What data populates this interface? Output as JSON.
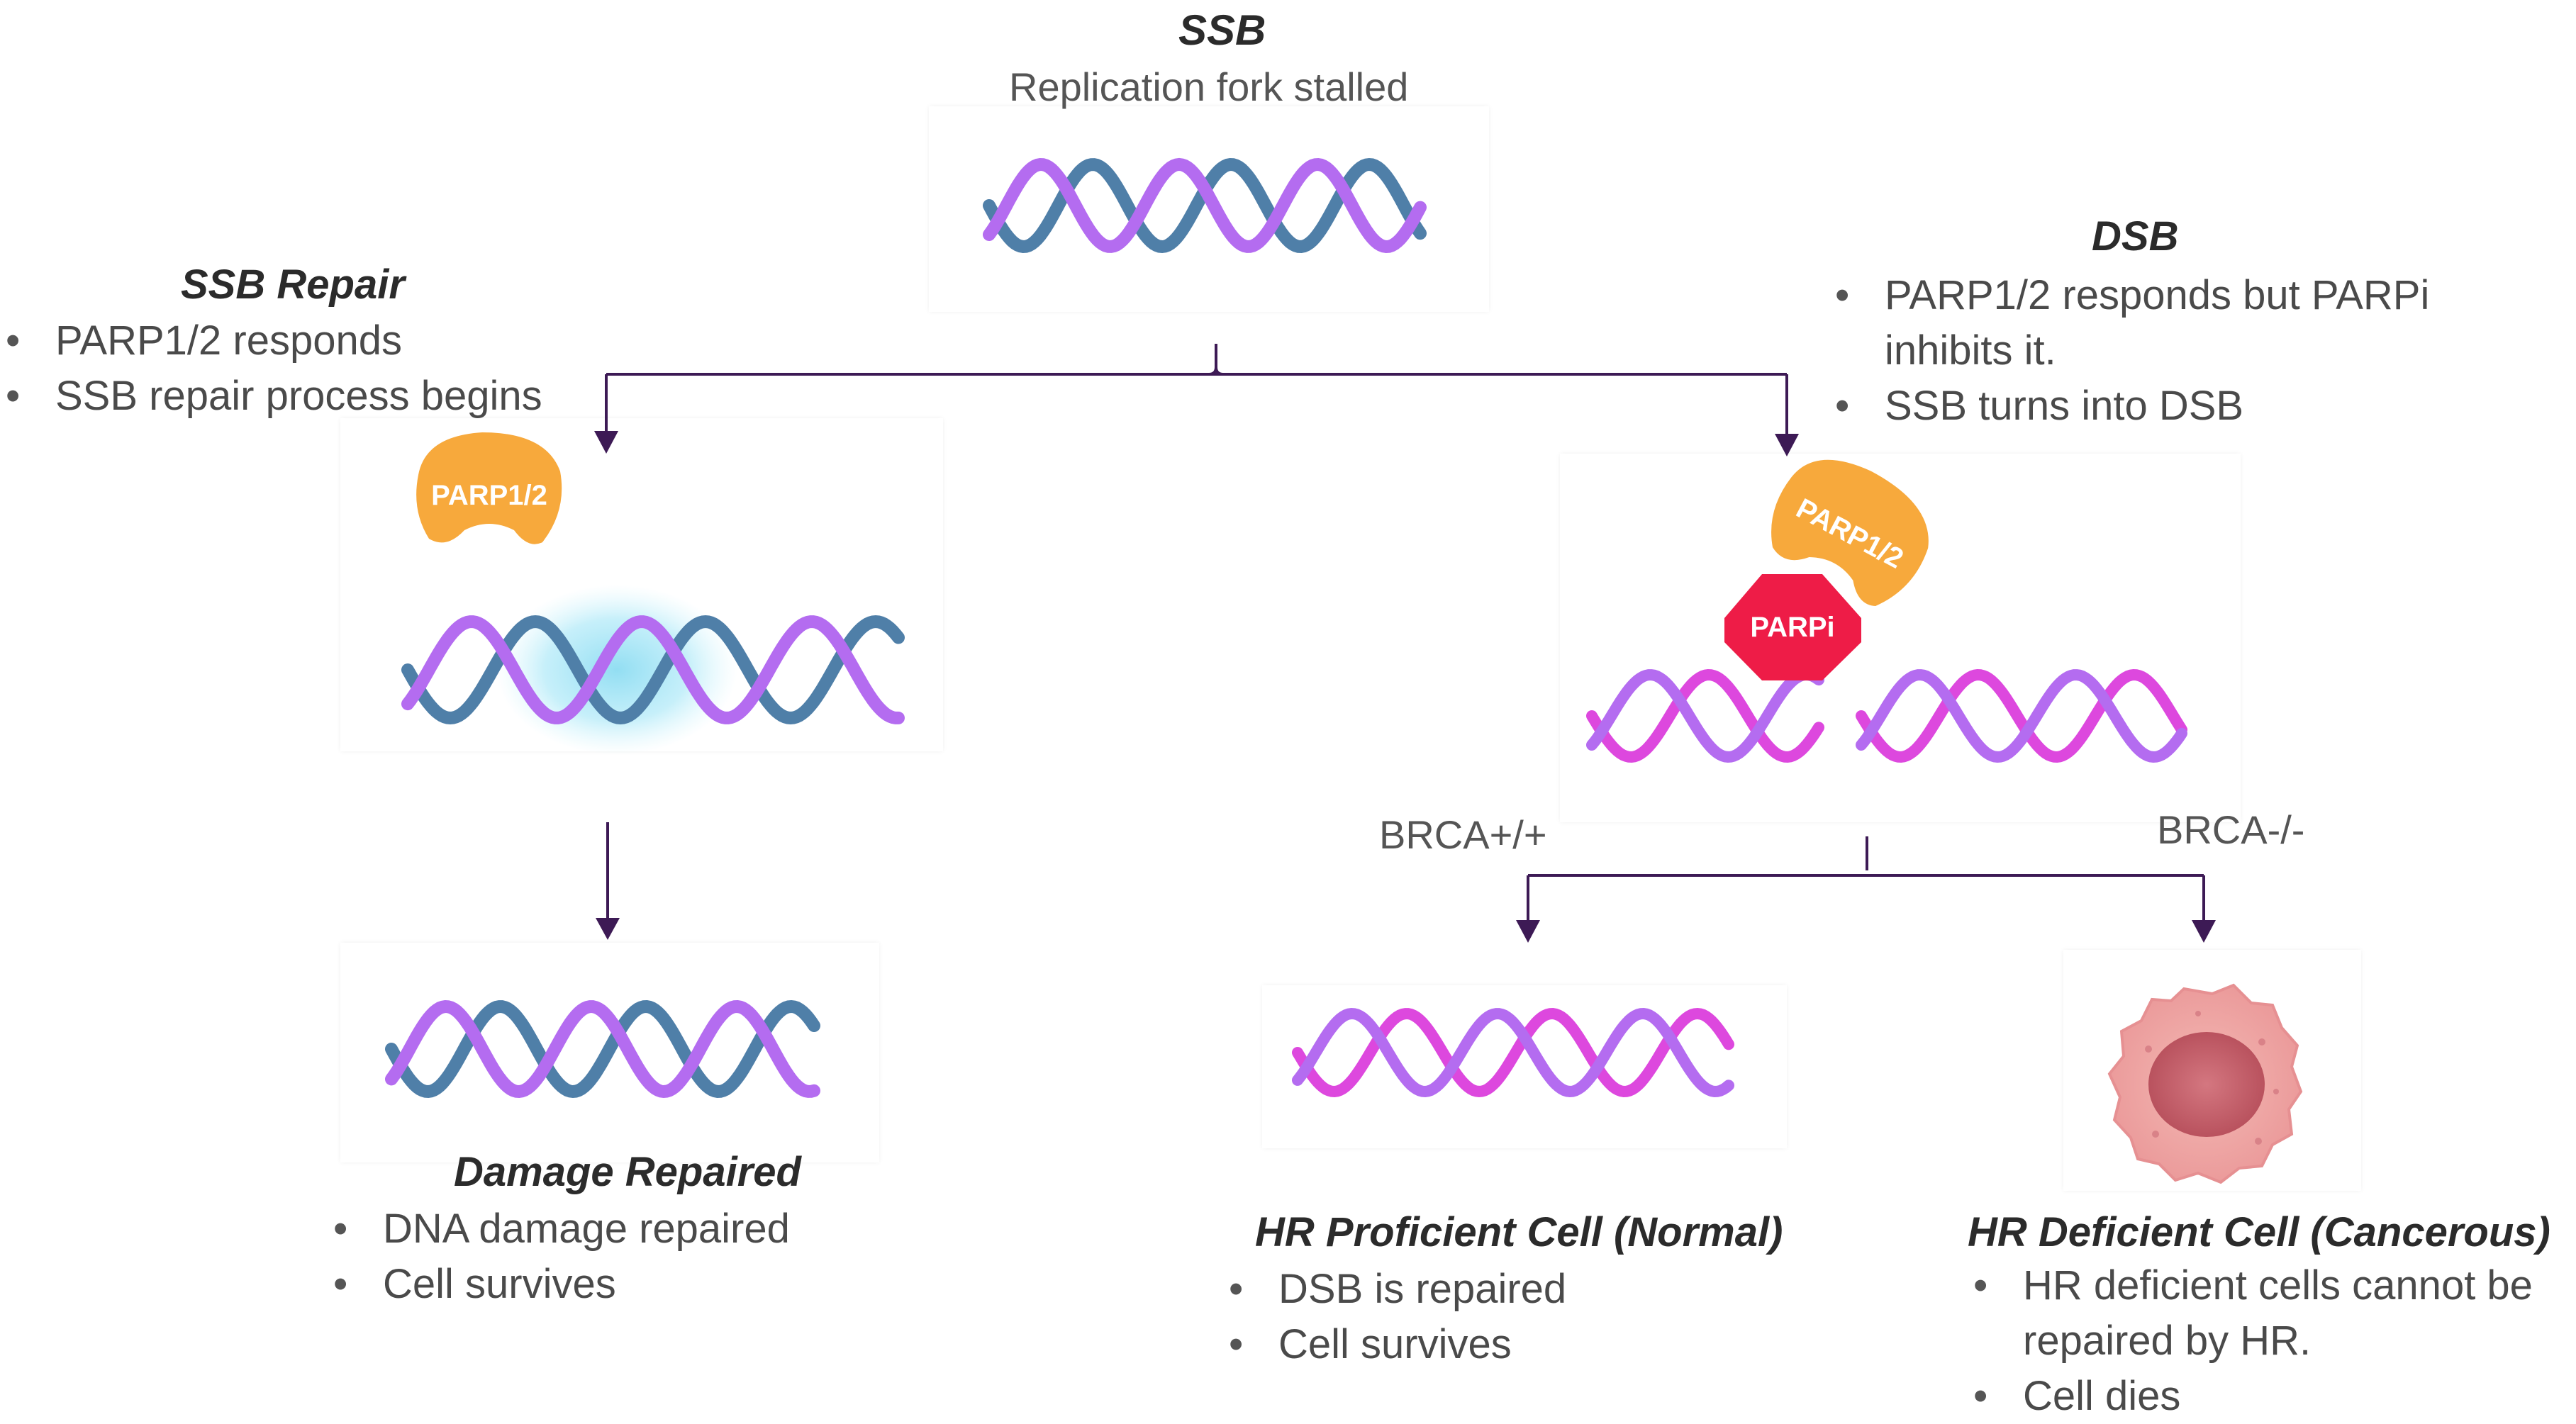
{
  "colors": {
    "blue_strand": "#4f7fa8",
    "purple_strand": "#b46cf0",
    "magenta_strand": "#dd48de",
    "arrow": "#3d1a55",
    "parp": "#f7a93c",
    "parpi": "#ee1c47",
    "repair_glow": "#7fd8f0",
    "cell_outer": "#eea2a2",
    "cell_nucleus": "#c65f6a"
  },
  "icons": [
    "dna-helix-icon",
    "parp-enzyme-icon",
    "parp-inhibitor-icon",
    "cancer-cell-icon",
    "arrow-down-icon"
  ],
  "top": {
    "title": "SSB",
    "subtitle": "Replication fork stalled"
  },
  "ssb_repair": {
    "title": "SSB Repair",
    "bullets": [
      "PARP1/2 responds",
      "SSB repair process begins"
    ],
    "enzyme_label": "PARP1/2"
  },
  "dsb": {
    "title": "DSB",
    "bullets": [
      "PARP1/2 responds but PARPi",
      "inhibits it.",
      "SSB turns into DSB"
    ],
    "enzyme_label": "PARP1/2",
    "inhibitor_label": "PARPi"
  },
  "damage_repaired": {
    "title": "Damage Repaired",
    "bullets": [
      "DNA damage repaired",
      "Cell survives"
    ]
  },
  "brca": {
    "left_label": "BRCA+/+",
    "right_label": "BRCA-/-"
  },
  "hr_proficient": {
    "title": "HR Proficient Cell (Normal)",
    "bullets": [
      "DSB is repaired",
      "Cell survives"
    ]
  },
  "hr_deficient": {
    "title": "HR Deficient Cell (Cancerous)",
    "bullets": [
      "HR deficient cells cannot be",
      "repaired by HR.",
      "Cell dies"
    ]
  }
}
